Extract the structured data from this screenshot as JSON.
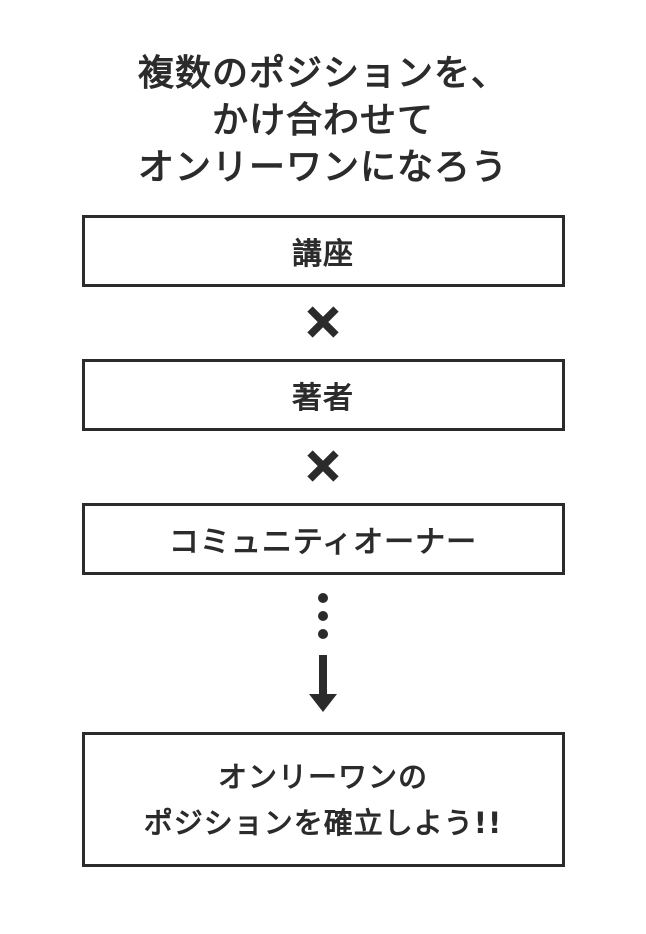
{
  "title": {
    "lines": [
      "複数のポジションを、",
      "かけ合わせて",
      "オンリーワンになろう"
    ]
  },
  "flow": {
    "boxes": [
      {
        "label": "講座"
      },
      {
        "label": "著者"
      },
      {
        "label": "コミュニティオーナー"
      }
    ],
    "operator": "✕",
    "result_box": {
      "lines": [
        "オンリーワンの",
        "ポジションを確立しよう!!"
      ]
    }
  },
  "icons": {
    "multiply_icon": "✕",
    "vertical_ellipsis_icon": "⋮",
    "down_arrow_icon": "↓"
  },
  "colors": {
    "ink": "#2b2b2b",
    "background": "#ffffff"
  }
}
